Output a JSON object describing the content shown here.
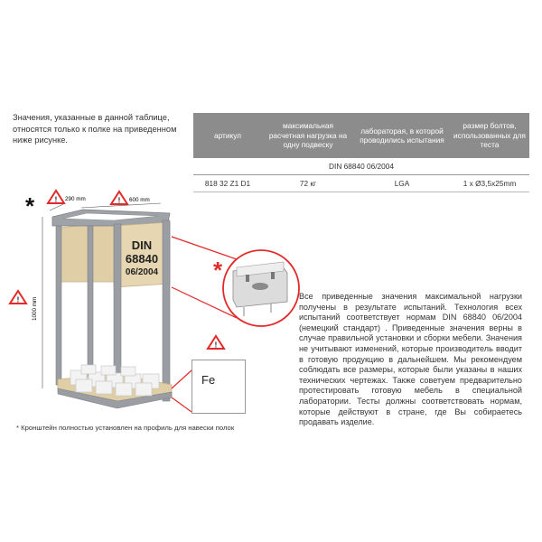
{
  "intro": "Значения, указанные в данной таблице, относятся только к полке на приведенном ниже рисунке.",
  "table": {
    "headers": [
      "артикул",
      "максимальная расчетная нагрузка на одну подвеску",
      "лабораторая, в которой проводились испытания",
      "размер болтов, использованных для теста"
    ],
    "standard": "DIN 68840 06/2004",
    "row": [
      "818 32 Z1 D1",
      "72 кг",
      "LGA",
      "1 x Ø3,5x25mm"
    ]
  },
  "figure": {
    "asterisk": "*",
    "dim_depth": "290 mm",
    "dim_width": "600 mm",
    "dim_height": "1000 mm",
    "label_line1": "DIN",
    "label_line2": "68840",
    "label_line3": "06/2004",
    "material": "Fe",
    "warning_symbol": "!"
  },
  "body_text": "Все приведенные значения максимальной нагрузки получены в результате испытаний. Технология всех испытаний соответствует нормам DIN 68840 06/2004 (немецкий стандарт) . Приведенные значения верны в случае правильной установки и сборки мебели. Значения не учитывают изменений, которые производитель вводит в готовую продукцию в дальнейшем. Мы рекомендуем соблюдать все размеры, которые были указаны в наших технических чертежах. Также советуем предварительно протестировать готовую мебель в специальной лаборатории. Тесты должны соответствовать нормам, которые действуют в стране, где Вы собираетесь продавать изделие.",
  "footnote": "* Кронштейн полностью установлен на профиль для навески полок",
  "colors": {
    "accent": "#e32a2a",
    "frame": "#9a9da1",
    "wood": "#e0cfa6",
    "header": "#8c8c8c"
  }
}
